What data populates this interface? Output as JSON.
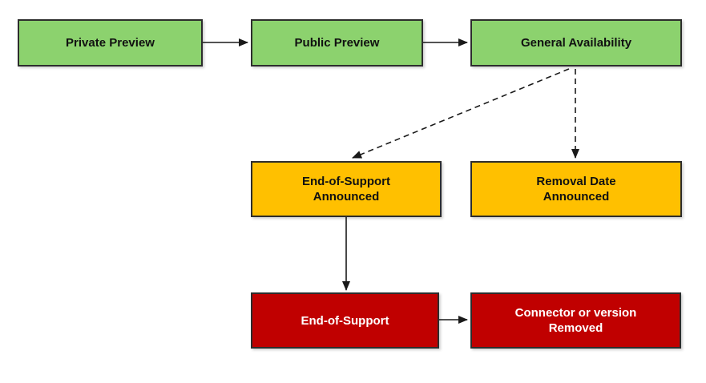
{
  "palette": {
    "preview_green": "#8CD26E",
    "announced_orange": "#FFC000",
    "removed_red": "#C00000",
    "node_border": "#2D2D2D",
    "arrow_black": "#1A1A1A",
    "text_dark": "#111111",
    "text_light": "#FFFFFF",
    "background": "#FFFFFF"
  },
  "nodes": [
    {
      "id": "private-preview",
      "lines": [
        "Private Preview"
      ],
      "color_role": "preview_green"
    },
    {
      "id": "public-preview",
      "lines": [
        "Public Preview"
      ],
      "color_role": "preview_green"
    },
    {
      "id": "general-availability",
      "lines": [
        "General Availability"
      ],
      "color_role": "preview_green"
    },
    {
      "id": "end-of-support-announced",
      "lines": [
        "End-of-Support",
        "Announced"
      ],
      "color_role": "announced_orange"
    },
    {
      "id": "removal-date-announced",
      "lines": [
        "Removal Date",
        "Announced"
      ],
      "color_role": "announced_orange"
    },
    {
      "id": "end-of-support",
      "lines": [
        "End-of-Support"
      ],
      "color_role": "removed_red"
    },
    {
      "id": "connector-or-version-removed",
      "lines": [
        "Connector or version",
        "Removed"
      ],
      "color_role": "removed_red"
    }
  ],
  "edges": [
    {
      "from": "private-preview",
      "to": "public-preview",
      "style": "solid"
    },
    {
      "from": "public-preview",
      "to": "general-availability",
      "style": "solid"
    },
    {
      "from": "general-availability",
      "to": "end-of-support-announced",
      "style": "dashed"
    },
    {
      "from": "general-availability",
      "to": "removal-date-announced",
      "style": "dashed"
    },
    {
      "from": "end-of-support-announced",
      "to": "end-of-support",
      "style": "solid"
    },
    {
      "from": "end-of-support",
      "to": "connector-or-version-removed",
      "style": "solid"
    }
  ]
}
